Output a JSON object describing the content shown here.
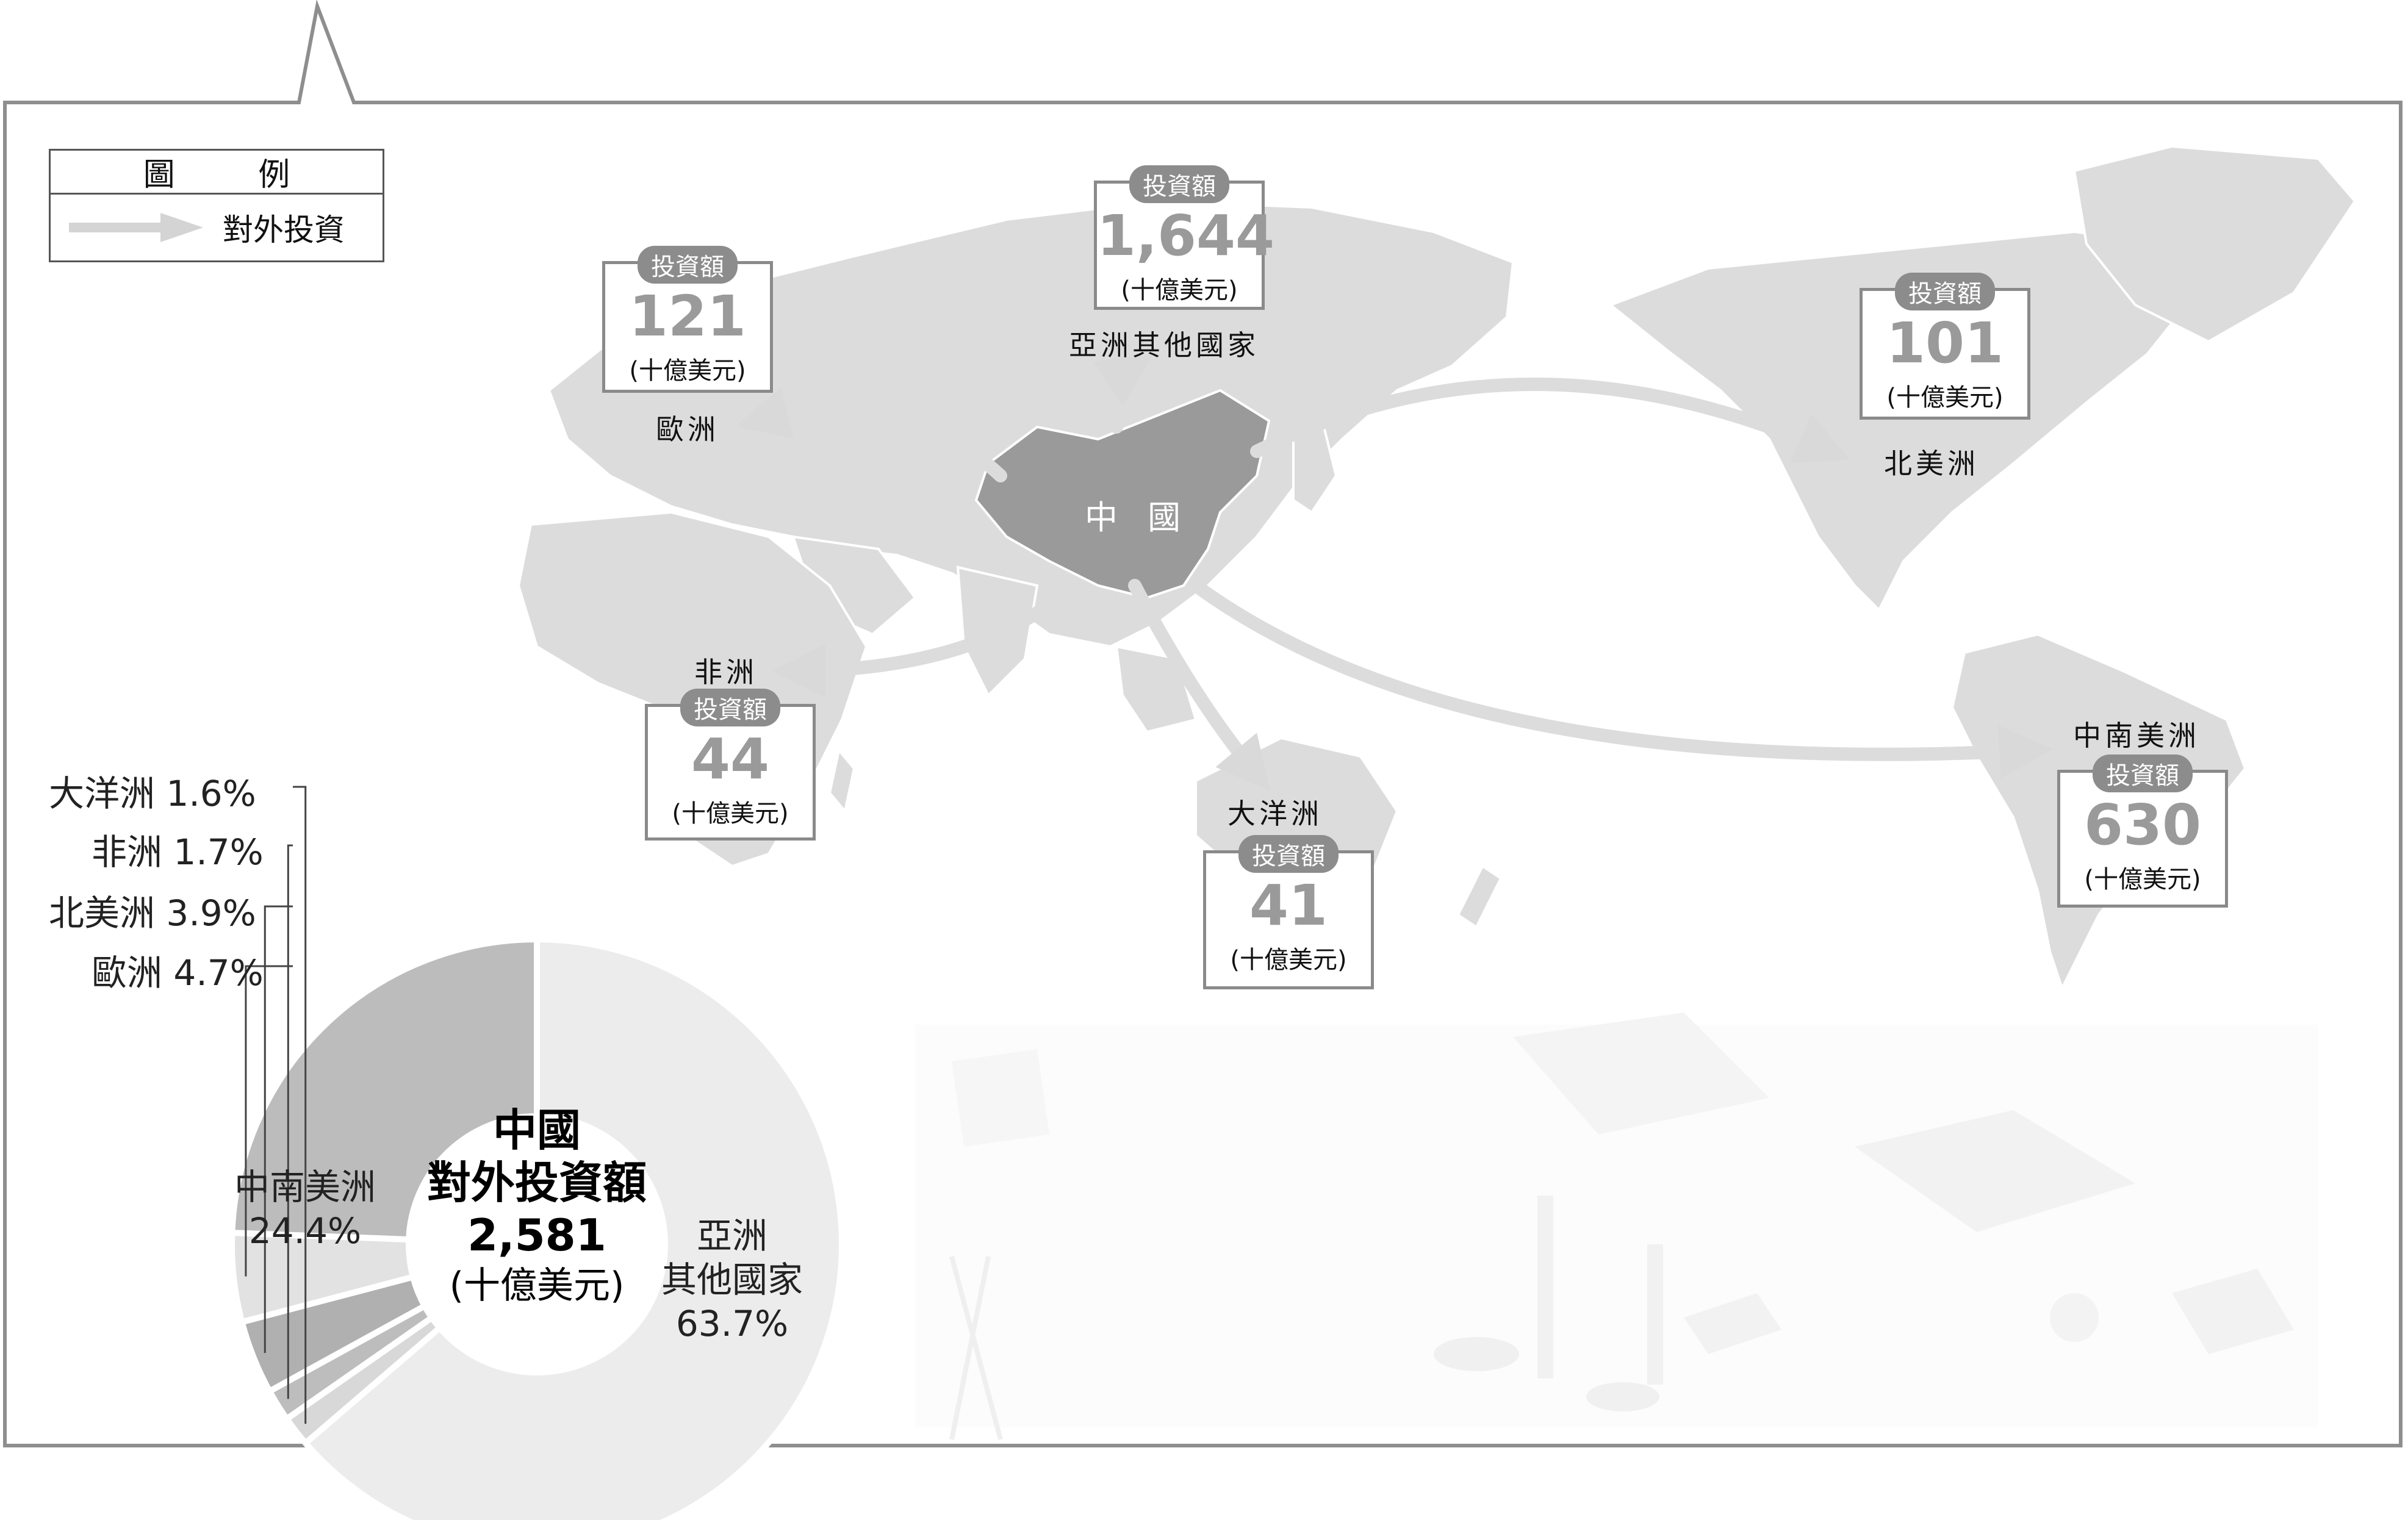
{
  "legend": {
    "title": "圖 例",
    "item_label": "對外投資"
  },
  "map": {
    "china_label": "中 國",
    "regions": {
      "europe": "歐洲",
      "asia_other": "亞洲其他國家",
      "north_america": "北美洲",
      "africa": "非洲",
      "oceania": "大洋洲",
      "latin_america": "中南美洲"
    },
    "boxes": {
      "tag": "投資額",
      "unit": "(十億美元)",
      "europe": "121",
      "asia_other": "1,644",
      "north_america": "101",
      "africa": "44",
      "oceania": "41",
      "latin_america": "630"
    }
  },
  "donut": {
    "center_title": "中國",
    "center_subtitle": "對外投資額",
    "center_value": "2,581",
    "center_unit": "(十億美元)",
    "labels": {
      "oceania": "大洋洲 1.6%",
      "africa": "非洲 1.7%",
      "north_america": "北美洲 3.9%",
      "europe": "歐洲 4.7%",
      "latin_america_name": "中南美洲",
      "latin_america_pct": "24.4%",
      "asia_other_name1": "亞洲",
      "asia_other_name2": "其他國家",
      "asia_other_pct": "63.7%"
    }
  },
  "chart_data": {
    "type": "pie",
    "categories": [
      "亞洲其他國家",
      "大洋洲",
      "非洲",
      "北美洲",
      "歐洲",
      "中南美洲"
    ],
    "values": [
      63.7,
      1.6,
      1.7,
      3.9,
      4.7,
      24.4
    ],
    "colors": [
      "#ececec",
      "#d8d8d8",
      "#bdbdbd",
      "#b0b0b0",
      "#e2e2e2",
      "#bcbcbc"
    ],
    "total": 2581,
    "amounts": {
      "亞洲其他國家": 1644,
      "中南美洲": 630,
      "歐洲": 121,
      "北美洲": 101,
      "非洲": 44,
      "大洋洲": 41
    }
  }
}
